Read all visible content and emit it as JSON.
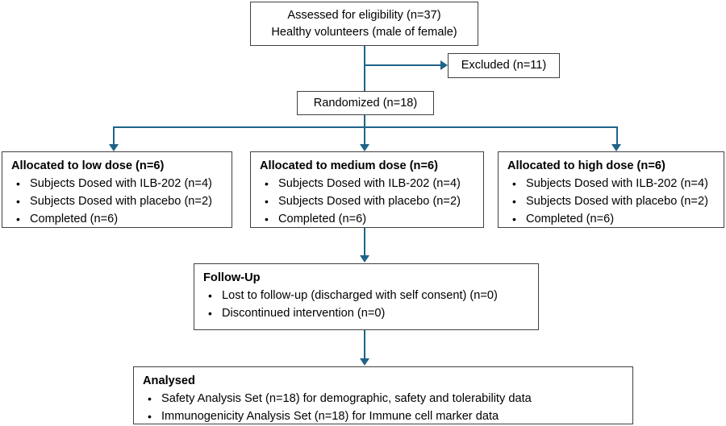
{
  "diagram": {
    "title": "CONSORT participant flow diagram",
    "colors": {
      "connector": "#1F6389",
      "box_border": "#404040",
      "background": "#FFFFFF",
      "text": "#000000"
    },
    "enrollment": {
      "assessed_line1": "Assessed for eligibility (n=37)",
      "assessed_line2": "Healthy volunteers (male of female)",
      "excluded": "Excluded (n=11)",
      "randomized": "Randomized (n=18)"
    },
    "allocation": [
      {
        "id": "low-dose",
        "title": "Allocated to low dose (n=6)",
        "items": [
          "Subjects Dosed with ILB-202 (n=4)",
          "Subjects Dosed with placebo (n=2)",
          "Completed (n=6)"
        ]
      },
      {
        "id": "medium-dose",
        "title": "Allocated to medium dose (n=6)",
        "items": [
          "Subjects Dosed with ILB-202 (n=4)",
          "Subjects Dosed with placebo (n=2)",
          "Completed (n=6)"
        ]
      },
      {
        "id": "high-dose",
        "title": "Allocated to high dose (n=6)",
        "items": [
          "Subjects Dosed with ILB-202 (n=4)",
          "Subjects Dosed with placebo (n=2)",
          "Completed (n=6)"
        ]
      }
    ],
    "follow_up": {
      "title": "Follow-Up",
      "items": [
        "Lost to follow-up (discharged with self consent) (n=0)",
        "Discontinued intervention (n=0)"
      ]
    },
    "analysis": {
      "title": "Analysed",
      "items": [
        "Safety Analysis Set (n=18) for demographic, safety and tolerability data",
        "Immunogenicity Analysis Set (n=18) for Immune cell marker data"
      ]
    }
  }
}
